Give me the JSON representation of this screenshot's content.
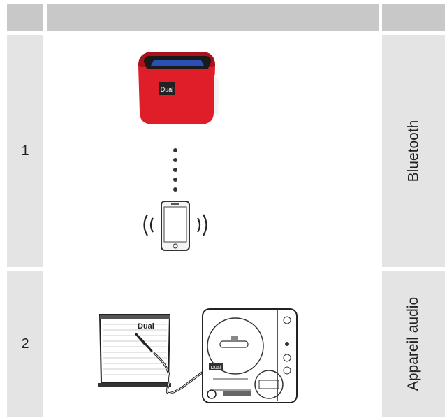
{
  "table": {
    "rows": [
      {
        "number": "1",
        "label": "Bluetooth",
        "devices": [
          "speaker-icon",
          "smartphone-icon"
        ]
      },
      {
        "number": "2",
        "label": "Appareil audio",
        "devices": [
          "speaker-icon",
          "cd-player-icon"
        ]
      }
    ]
  },
  "speaker": {
    "logo": "Dual",
    "color": "#e01e2a"
  },
  "cd_player": {
    "logo": "Dual"
  }
}
